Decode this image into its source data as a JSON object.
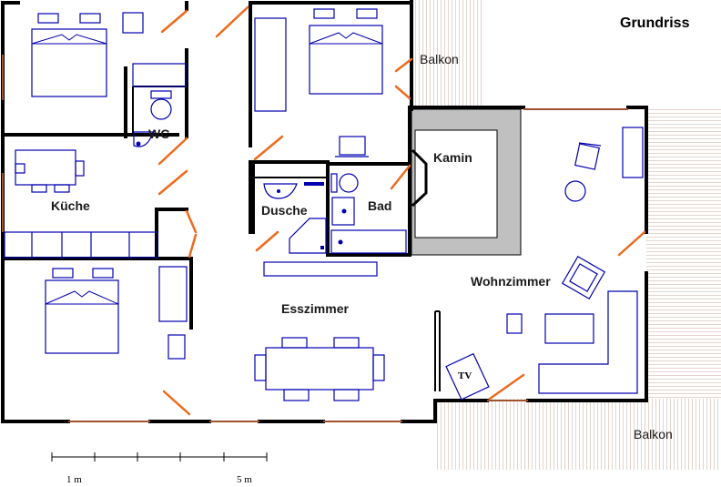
{
  "title": "Grundriss",
  "rooms": {
    "kueche": "Küche",
    "wc": "WC",
    "dusche": "Dusche",
    "bad": "Bad",
    "kamin": "Kamin",
    "esszimmer": "Esszimmer",
    "wohnzimmer": "Wohnzimmer",
    "balkon_top": "Balkon",
    "balkon_bottom": "Balkon"
  },
  "furniture": {
    "tv": "TV"
  },
  "scale": {
    "label_1m": "1 m",
    "label_5m": "5 m"
  },
  "colors": {
    "wall": "#000000",
    "door": "#ee6a1e",
    "furniture": "#0000b0",
    "balcony_hatch": "#c8a89a",
    "fireplace": "#c0c0c0"
  }
}
